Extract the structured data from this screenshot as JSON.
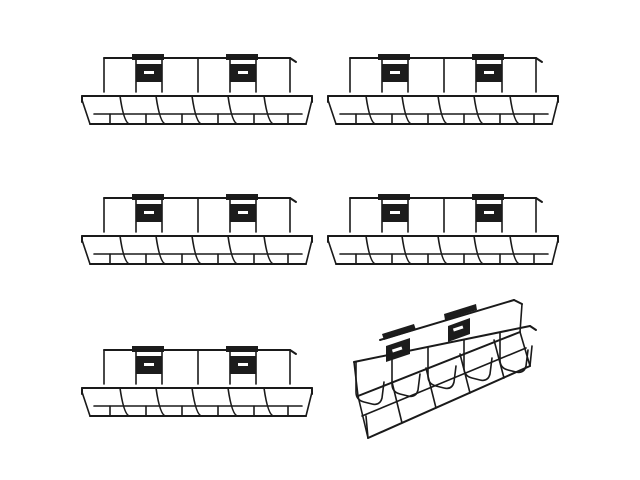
{
  "image": {
    "background_color": "#ffffff",
    "product_color": "#1a1a1a",
    "items": [
      {
        "view": "front",
        "row": 1,
        "column": 1
      },
      {
        "view": "front",
        "row": 1,
        "column": 2
      },
      {
        "view": "front",
        "row": 2,
        "column": 1
      },
      {
        "view": "front",
        "row": 2,
        "column": 2
      },
      {
        "view": "front",
        "row": 3,
        "column": 1
      },
      {
        "view": "perspective",
        "row": 3,
        "column": 2
      }
    ]
  }
}
